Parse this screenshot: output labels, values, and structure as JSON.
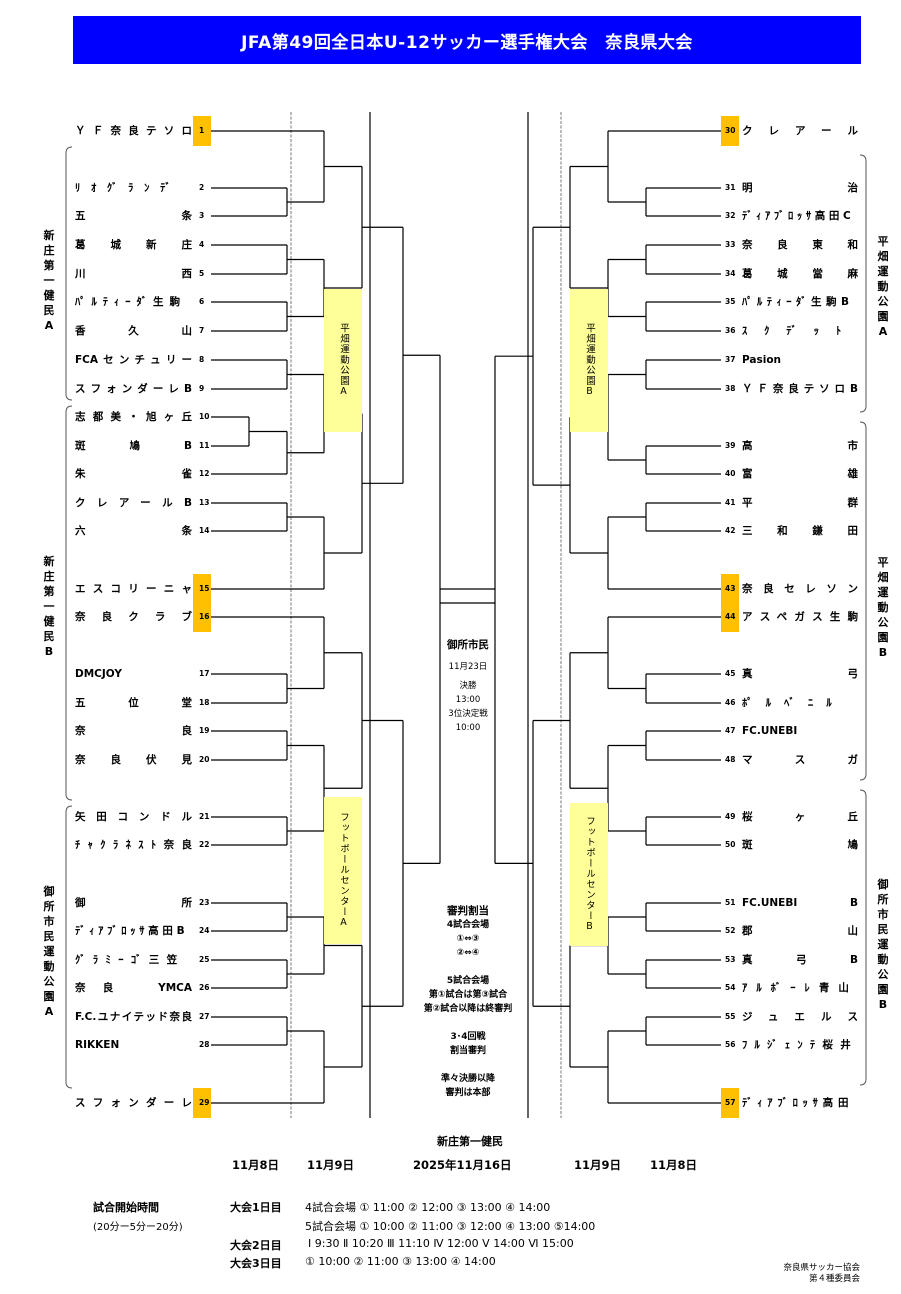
{
  "title": "JFA第49回全日本U-12サッカー選手権大会　奈良県大会",
  "colors": {
    "header_bg": "#0000ff",
    "seed": "#ffc000",
    "venue_bg": "#ffff99"
  },
  "left_teams": [
    {
      "no": "1",
      "name": "ＹＦ奈良テソロ",
      "seed": true
    },
    {
      "no": "2",
      "name": "ﾘｵｸﾞﾗﾝﾃﾞ"
    },
    {
      "no": "3",
      "name": "五条"
    },
    {
      "no": "4",
      "name": "葛城新庄"
    },
    {
      "no": "5",
      "name": "川西"
    },
    {
      "no": "6",
      "name": "ﾊﾟﾙﾃｨｰﾀﾞ生駒"
    },
    {
      "no": "7",
      "name": "香久山"
    },
    {
      "no": "8",
      "name": "FCAセンチュリー"
    },
    {
      "no": "9",
      "name": "スフォンダーレB"
    },
    {
      "no": "10",
      "name": "志都美・旭ヶ丘"
    },
    {
      "no": "11",
      "name": "斑鳩B"
    },
    {
      "no": "12",
      "name": "朱雀"
    },
    {
      "no": "13",
      "name": "クレアールB"
    },
    {
      "no": "14",
      "name": "六条"
    },
    {
      "no": "15",
      "name": "エスコリーニャ",
      "seed": true
    },
    {
      "no": "16",
      "name": "奈良クラブ",
      "seed": true
    },
    {
      "no": "17",
      "name": "DMCJOY"
    },
    {
      "no": "18",
      "name": "五位堂"
    },
    {
      "no": "19",
      "name": "奈良"
    },
    {
      "no": "20",
      "name": "奈良伏見"
    },
    {
      "no": "21",
      "name": "矢田コンドル"
    },
    {
      "no": "22",
      "name": "ﾁｬｸﾗﾈｽﾄ奈良"
    },
    {
      "no": "23",
      "name": "御所"
    },
    {
      "no": "24",
      "name": "ﾃﾞｨｱﾌﾞﾛｯｻ高田B"
    },
    {
      "no": "25",
      "name": "ｸﾞﾗﾐｰｺﾞ三笠"
    },
    {
      "no": "26",
      "name": "奈良　YMCA"
    },
    {
      "no": "27",
      "name": "F.C.ユナイテッド奈良"
    },
    {
      "no": "28",
      "name": "RIKKEN"
    },
    {
      "no": "29",
      "name": "スフォンダーレ",
      "seed": true
    }
  ],
  "right_teams": [
    {
      "no": "30",
      "name": "クレアール",
      "seed": true
    },
    {
      "no": "31",
      "name": "明治"
    },
    {
      "no": "32",
      "name": "ﾃﾞｨｱﾌﾞﾛｯｻ高田C"
    },
    {
      "no": "33",
      "name": "奈良東和"
    },
    {
      "no": "34",
      "name": "葛城當麻"
    },
    {
      "no": "35",
      "name": "ﾊﾟﾙﾃｨｰﾀﾞ生駒B"
    },
    {
      "no": "36",
      "name": "ｽｸﾃﾞｯﾄ"
    },
    {
      "no": "37",
      "name": "Pasion"
    },
    {
      "no": "38",
      "name": "ＹＦ奈良テソロB"
    },
    {
      "no": "39",
      "name": "高市"
    },
    {
      "no": "40",
      "name": "富雄"
    },
    {
      "no": "41",
      "name": "平群"
    },
    {
      "no": "42",
      "name": "三和鎌田"
    },
    {
      "no": "43",
      "name": "奈良セレソン",
      "seed": true
    },
    {
      "no": "44",
      "name": "アスペガス生駒",
      "seed": true
    },
    {
      "no": "45",
      "name": "真弓"
    },
    {
      "no": "46",
      "name": "ﾎﾟﾙﾍﾞﾆﾙ"
    },
    {
      "no": "47",
      "name": "FC.UNEBI"
    },
    {
      "no": "48",
      "name": "マスガ"
    },
    {
      "no": "49",
      "name": "桜ヶ丘"
    },
    {
      "no": "50",
      "name": "斑鳩"
    },
    {
      "no": "51",
      "name": "FC.UNEBI B"
    },
    {
      "no": "52",
      "name": "郡山"
    },
    {
      "no": "53",
      "name": "真弓B"
    },
    {
      "no": "54",
      "name": "ｱﾙﾎﾞｰﾚ青山"
    },
    {
      "no": "55",
      "name": "ジュエルス"
    },
    {
      "no": "56",
      "name": "ﾌﾙｼﾞｪﾝﾃ桜井"
    },
    {
      "no": "57",
      "name": "ﾃﾞｨｱﾌﾞﾛｯｻ高田",
      "seed": true
    }
  ],
  "group_labels": {
    "left_a": "新庄第一健民A",
    "left_b": "新庄第一健民B",
    "left_c": "御所市民運動公園A",
    "right_a": "平畑運動公園A",
    "right_b": "平畑運動公園B",
    "right_c": "御所市民運動公園B"
  },
  "venues": {
    "left_top": "平畑運動公園A",
    "right_top": "平畑運動公園B",
    "left_bottom": "フットボールセンターA",
    "right_bottom": "フットボールセンターB"
  },
  "final_info": {
    "venue": "御所市民",
    "date": "11月23日",
    "final_label": "決勝",
    "final_time": "13:00",
    "third_label": "3位決定戦",
    "third_time": "10:00"
  },
  "referee": {
    "title": "審判割当",
    "lines": [
      "4試合会場",
      "①⇔③",
      "②⇔④",
      "",
      "5試合会場",
      "第①試合は第③試合",
      "第②試合以降は終審判",
      "",
      "3･4回戦",
      "割当審判",
      "",
      "準々決勝以降",
      "審判は本部"
    ]
  },
  "footer": {
    "venue_label": "新庄第一健民",
    "dates": [
      "11月8日",
      "11月9日",
      "2025年11月16日",
      "11月9日",
      "11月8日"
    ],
    "schedule_title": "試合開始時間",
    "schedule_note": "(20分ー5分ー20分)",
    "schedule": [
      {
        "day": "大会1日目",
        "text": "4試合会場  ① 11:00  ② 12:00  ③ 13:00  ④ 14:00"
      },
      {
        "day": "",
        "text": "5試合会場  ① 10:00  ② 11:00  ③ 12:00  ④ 13:00  ⑤14:00"
      },
      {
        "day": "大会2日目",
        "text": "Ⅰ  9:30  Ⅱ 10:20  Ⅲ 11:10  Ⅳ 12:00  Ⅴ 14:00  Ⅵ 15:00"
      },
      {
        "day": "大会3日目",
        "text": "① 10:00  ② 11:00  ③ 13:00  ④ 14:00"
      }
    ],
    "org_line1": "奈良県サッカー協会",
    "org_line2": "第４種委員会"
  }
}
